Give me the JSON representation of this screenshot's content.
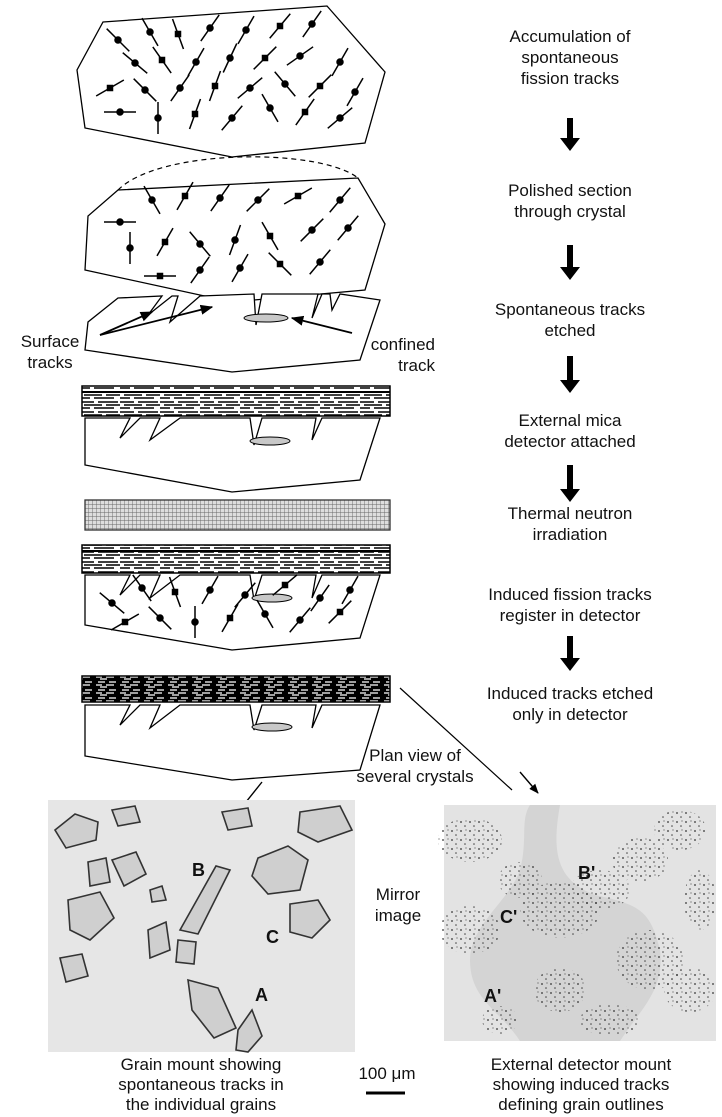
{
  "steps": [
    {
      "line1": "Accumulation of",
      "line2": "spontaneous",
      "line3": "fission tracks"
    },
    {
      "line1": "Polished section",
      "line2": "through crystal"
    },
    {
      "line1": "Spontaneous tracks",
      "line2": "etched"
    },
    {
      "line1": "External mica",
      "line2": "detector attached"
    },
    {
      "line1": "Thermal neutron",
      "line2": "irradiation"
    },
    {
      "line1": "Induced fission tracks",
      "line2": "register in detector"
    },
    {
      "line1": "Induced tracks etched",
      "line2": "only in detector"
    }
  ],
  "labels": {
    "surface_line1": "Surface",
    "surface_line2": "tracks",
    "confined_line1": "confined",
    "confined_line2": "track",
    "plan_line1": "Plan view of",
    "plan_line2": "several crystals",
    "mirror_line1": "Mirror",
    "mirror_line2": "image",
    "scale": "100 μm"
  },
  "left_photo": {
    "grain_labels": [
      "B",
      "C",
      "A"
    ],
    "caption": [
      "Grain mount showing",
      "spontaneous tracks in",
      "the individual grains"
    ]
  },
  "right_photo": {
    "grain_labels": [
      "B'",
      "C'",
      "A'"
    ],
    "caption": [
      "External detector mount",
      "showing induced tracks",
      "defining grain outlines"
    ]
  }
}
